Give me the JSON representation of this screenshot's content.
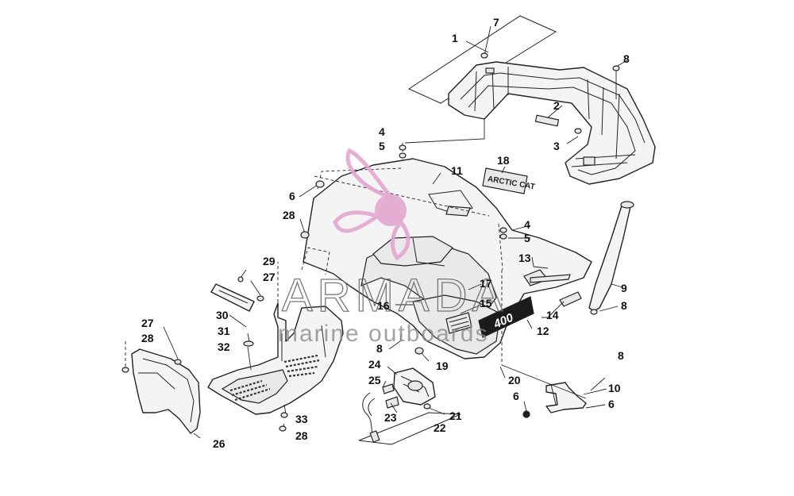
{
  "callouts": [
    "1",
    "2",
    "3",
    "4",
    "5",
    "6",
    "7",
    "8",
    "9",
    "10",
    "11",
    "12",
    "13",
    "14",
    "15",
    "16",
    "17",
    "18",
    "19",
    "20",
    "21",
    "22",
    "23",
    "24",
    "25",
    "26",
    "27",
    "28",
    "29",
    "30",
    "31",
    "32",
    "33"
  ],
  "decals": {
    "model_badge": "ARCTIC CAT",
    "side_decal": "400"
  },
  "watermark": {
    "title": "ARMADA",
    "subtitle": "marine outboards",
    "logo_color": "#e3a6cf"
  }
}
